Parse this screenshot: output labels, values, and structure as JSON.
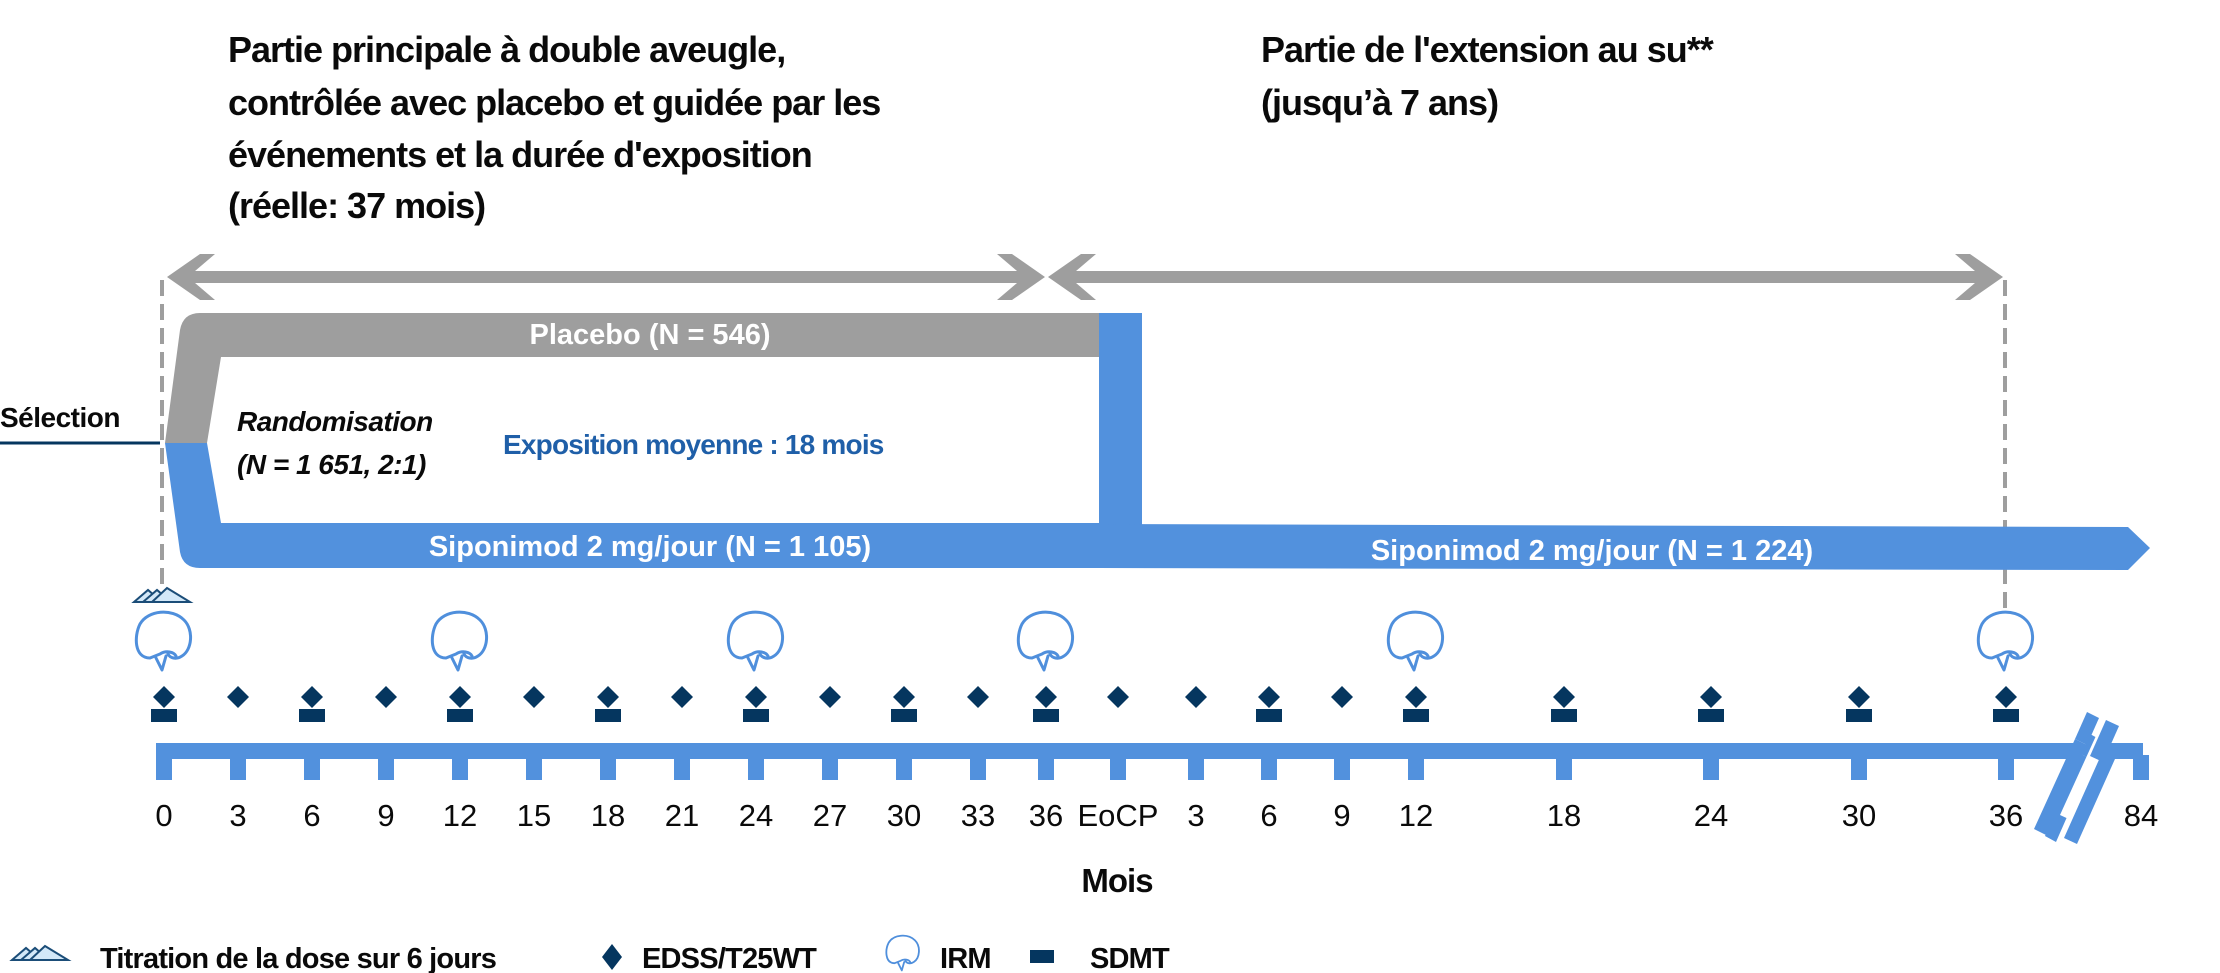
{
  "colors": {
    "placebo": "#9e9e9e",
    "siponimod": "#5291dd",
    "marker_dark": "#05365f",
    "brain": "#4f8fdc",
    "exposure_text": "#1f5fa8",
    "span_arrow": "#9e9e9e",
    "titration_fill": "#d3e8f8",
    "titration_stroke": "#1b4d78"
  },
  "headers": {
    "core": [
      "Partie principale à double aveugle,",
      "contrôlée avec placebo et guidée par les",
      "événements et la durée d'exposition",
      "(réelle: 37 mois)"
    ],
    "extension": [
      "Partie de l'extension au su**",
      "(jusqu’à 7 ans)"
    ]
  },
  "arms": {
    "placebo": "Placebo (N = 546)",
    "siponimod_core": "Siponimod 2 mg/jour (N = 1 105)",
    "siponimod_extension": "Siponimod 2 mg/jour (N = 1 224)"
  },
  "selection_label": "Sélection",
  "randomisation": [
    "Randomisation",
    "(N = 1 651, 2:1)"
  ],
  "exposure_label": "Exposition moyenne : 18 mois",
  "axis": {
    "title": "Mois",
    "ticks": [
      "0",
      "3",
      "6",
      "9",
      "12",
      "15",
      "18",
      "21",
      "24",
      "27",
      "30",
      "33",
      "36",
      "EoCP",
      "3",
      "6",
      "9",
      "12",
      "18",
      "24",
      "30",
      "36",
      "84"
    ],
    "break_after_index": 21
  },
  "assessments": {
    "mri_ticks": [
      0,
      4,
      8,
      12,
      17,
      21
    ],
    "edss_ticks": [
      0,
      1,
      2,
      3,
      4,
      5,
      6,
      7,
      8,
      9,
      10,
      11,
      12,
      13,
      14,
      15,
      16,
      17,
      18,
      19,
      20,
      21
    ],
    "sdmt_ticks": [
      0,
      2,
      4,
      6,
      8,
      10,
      12,
      15,
      17,
      18,
      19,
      20,
      21
    ],
    "titration_ticks": [
      0
    ]
  },
  "legend": [
    {
      "icon": "titration-icon",
      "label": "Titration de la dose sur 6 jours"
    },
    {
      "icon": "diamond-icon",
      "label": "EDSS/T25WT"
    },
    {
      "icon": "brain-mri-icon",
      "label": "IRM"
    },
    {
      "icon": "square-icon",
      "label": "SDMT"
    }
  ]
}
